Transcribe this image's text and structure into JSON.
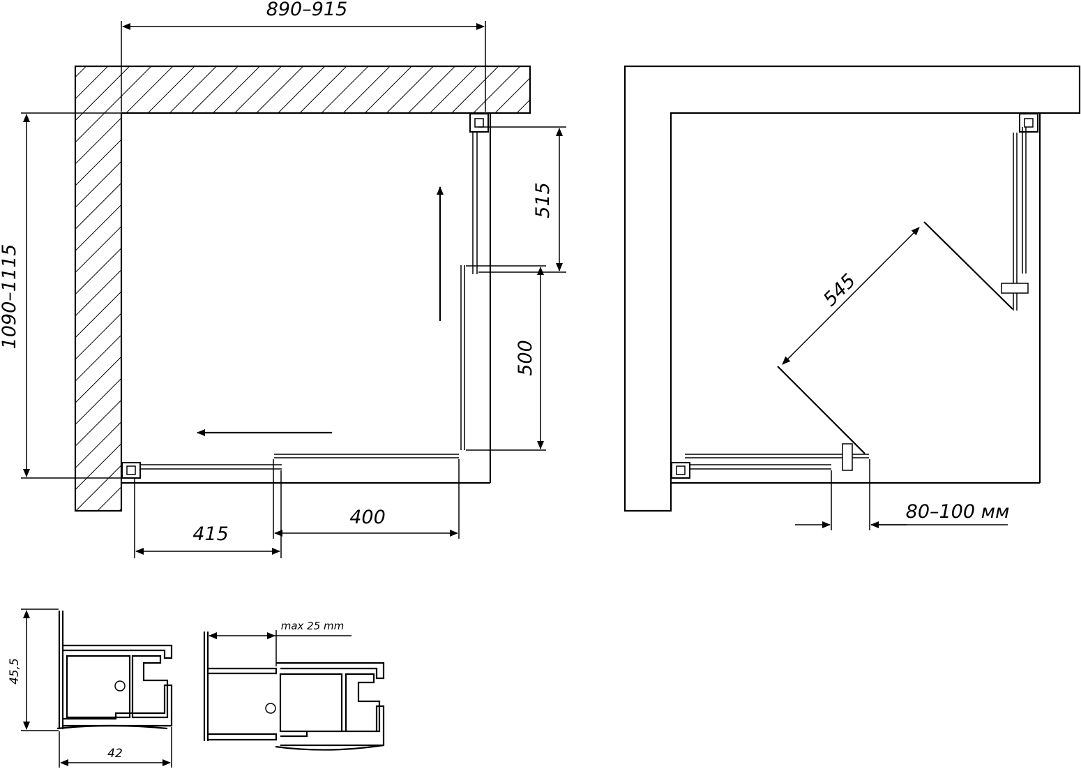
{
  "plan_view": {
    "dim_width": "890–915",
    "dim_depth": "1090–1115",
    "dim_fixed_panel": "515",
    "dim_side_opening": "500",
    "dim_front_fixed": "415",
    "dim_front_opening": "400"
  },
  "open_view": {
    "dim_door_diagonal": "545",
    "dim_wall_gap": "80–100 мм"
  },
  "profile_detail": {
    "dim_height": "45,5",
    "dim_width": "42",
    "dim_max_adjust": "max 25 mm"
  },
  "colors": {
    "line": "#000000",
    "background": "#ffffff"
  }
}
